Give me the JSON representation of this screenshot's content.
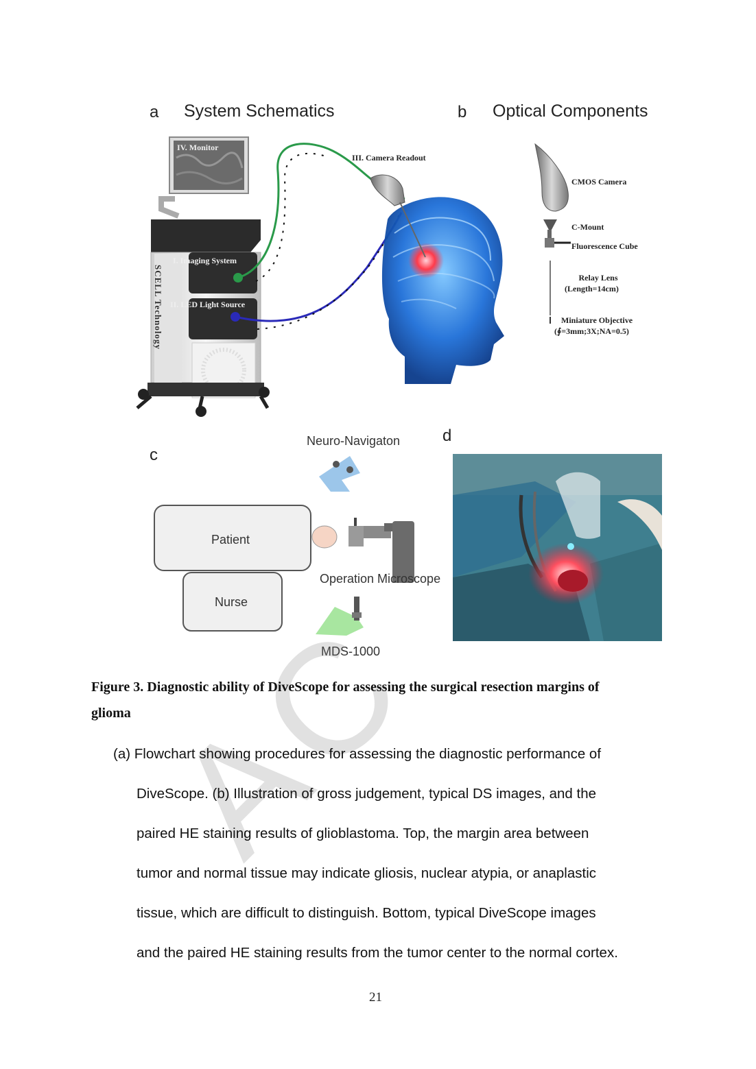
{
  "panels": {
    "a": {
      "letter": "a",
      "title": "System Schematics",
      "labels": {
        "monitor": "IV. Monitor",
        "camera_readout": "III. Camera Readout",
        "imaging_system": "I. Imaging System",
        "led_light": "II. LED Light Source",
        "brand": "SCELL Technology"
      }
    },
    "b": {
      "letter": "b",
      "title": "Optical Components",
      "labels": {
        "cmos": "CMOS Camera",
        "cmount": "C-Mount",
        "cube": "Fluorescence Cube",
        "relay_line1": "Relay Lens",
        "relay_line2": "(Length=14cm)",
        "objective_line1": "Miniature Objective",
        "objective_line2": "(∮=3mm;3X;NA=0.5)"
      }
    },
    "c": {
      "letter": "c",
      "labels": {
        "neuro": "Neuro-Navigaton",
        "patient": "Patient",
        "nurse": "Nurse",
        "microscope": "Operation Microscope",
        "mds": "MDS-1000"
      }
    },
    "d": {
      "letter": "d"
    }
  },
  "watermark": "AC",
  "caption": {
    "title_line1": "Figure 3. Diagnostic ability of DiveScope for assessing the surgical resection margins of",
    "title_line2": "glioma",
    "lines": [
      "(a) Flowchart showing procedures for assessing the diagnostic performance of",
      "DiveScope. (b) Illustration of gross judgement, typical DS images, and the",
      "paired HE staining results of glioblastoma. Top, the margin area between",
      "tumor and normal tissue may indicate gliosis, nuclear atypia, or anaplastic",
      "tissue, which are difficult to distinguish. Bottom, typical DiveScope images",
      "and the paired HE staining results from the tumor center to the normal cortex."
    ]
  },
  "page_number": "21",
  "colors": {
    "green_cable": "#2a9a4a",
    "blue_cable": "#2a2ab8",
    "brain_blue": "#1e6fd8",
    "tumor_red": "#ff3a4a"
  }
}
